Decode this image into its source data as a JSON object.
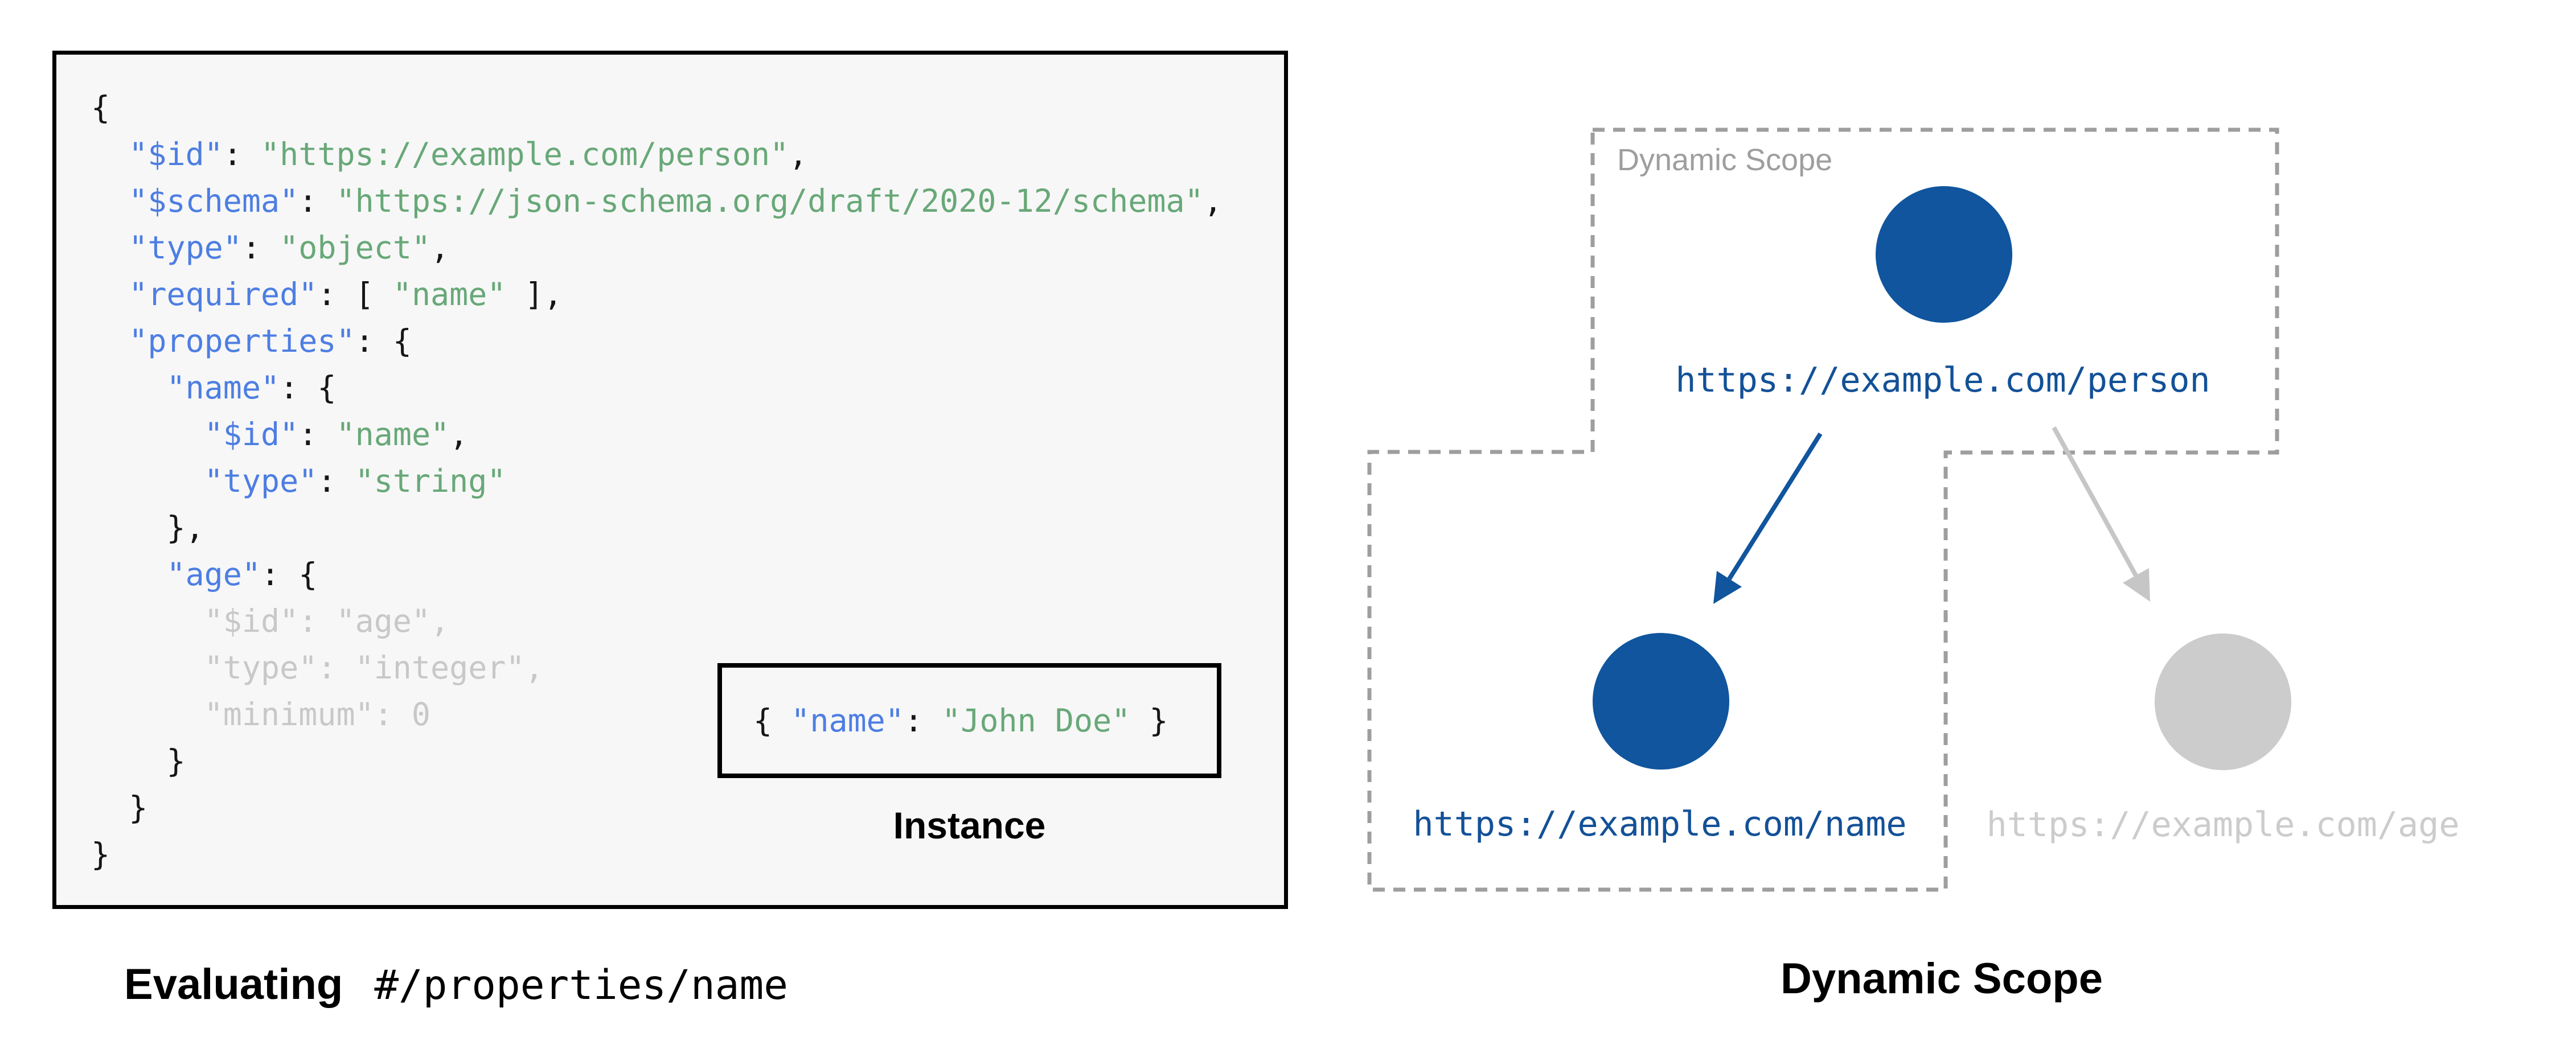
{
  "left": {
    "caption_bold": "Evaluating",
    "caption_mono": "#/properties/name",
    "instance_label": "Instance",
    "instance_code": [
      {
        "t": "{ ",
        "c": "plain"
      },
      {
        "t": "\"name\"",
        "c": "key"
      },
      {
        "t": ": ",
        "c": "plain"
      },
      {
        "t": "\"John Doe\"",
        "c": "str"
      },
      {
        "t": " }",
        "c": "plain"
      }
    ],
    "code_lines": [
      [
        {
          "t": "{",
          "c": "plain"
        }
      ],
      [
        {
          "t": "  ",
          "c": "plain"
        },
        {
          "t": "\"$id\"",
          "c": "key"
        },
        {
          "t": ": ",
          "c": "plain"
        },
        {
          "t": "\"https://example.com/person\"",
          "c": "str"
        },
        {
          "t": ",",
          "c": "plain"
        }
      ],
      [
        {
          "t": "  ",
          "c": "plain"
        },
        {
          "t": "\"$schema\"",
          "c": "key"
        },
        {
          "t": ": ",
          "c": "plain"
        },
        {
          "t": "\"https://json-schema.org/draft/2020-12/schema\"",
          "c": "str"
        },
        {
          "t": ",",
          "c": "plain"
        }
      ],
      [
        {
          "t": "  ",
          "c": "plain"
        },
        {
          "t": "\"type\"",
          "c": "key"
        },
        {
          "t": ": ",
          "c": "plain"
        },
        {
          "t": "\"object\"",
          "c": "str"
        },
        {
          "t": ",",
          "c": "plain"
        }
      ],
      [
        {
          "t": "  ",
          "c": "plain"
        },
        {
          "t": "\"required\"",
          "c": "key"
        },
        {
          "t": ": [ ",
          "c": "plain"
        },
        {
          "t": "\"name\"",
          "c": "str"
        },
        {
          "t": " ],",
          "c": "plain"
        }
      ],
      [
        {
          "t": "  ",
          "c": "plain"
        },
        {
          "t": "\"properties\"",
          "c": "key"
        },
        {
          "t": ": {",
          "c": "plain"
        }
      ],
      [
        {
          "t": "    ",
          "c": "plain"
        },
        {
          "t": "\"name\"",
          "c": "key"
        },
        {
          "t": ": {",
          "c": "plain"
        }
      ],
      [
        {
          "t": "      ",
          "c": "plain"
        },
        {
          "t": "\"$id\"",
          "c": "key"
        },
        {
          "t": ": ",
          "c": "plain"
        },
        {
          "t": "\"name\"",
          "c": "str"
        },
        {
          "t": ",",
          "c": "plain"
        }
      ],
      [
        {
          "t": "      ",
          "c": "plain"
        },
        {
          "t": "\"type\"",
          "c": "key"
        },
        {
          "t": ": ",
          "c": "plain"
        },
        {
          "t": "\"string\"",
          "c": "str"
        }
      ],
      [
        {
          "t": "    },",
          "c": "plain"
        }
      ],
      [
        {
          "t": "    ",
          "c": "plain"
        },
        {
          "t": "\"age\"",
          "c": "key"
        },
        {
          "t": ": {",
          "c": "plain"
        }
      ],
      [
        {
          "t": "      \"$id\": \"age\",",
          "c": "muted"
        }
      ],
      [
        {
          "t": "      \"type\": \"integer\",",
          "c": "muted"
        }
      ],
      [
        {
          "t": "      \"minimum\": 0",
          "c": "muted"
        }
      ],
      [
        {
          "t": "    }",
          "c": "plain"
        }
      ],
      [
        {
          "t": "  }",
          "c": "plain"
        }
      ],
      [
        {
          "t": "}",
          "c": "plain"
        }
      ]
    ]
  },
  "right": {
    "scope_label": "Dynamic Scope",
    "caption": "Dynamic Scope",
    "nodes": [
      {
        "id": "person",
        "label": "https://example.com/person",
        "state": "active"
      },
      {
        "id": "name",
        "label": "https://example.com/name",
        "state": "active"
      },
      {
        "id": "age",
        "label": "https://example.com/age",
        "state": "inactive"
      }
    ]
  },
  "colors": {
    "panel_bg": "#f7f7f7",
    "code_plain": "#161616",
    "key_blue": "#4d7ee2",
    "string_green": "#68a878",
    "muted_gray": "#c8c8c8",
    "accent_blue": "#10559d",
    "label_blue": "#135197",
    "inactive_gray": "#cccccc",
    "dash_gray": "#9e9e9e",
    "arrow_gray": "#c6c6c6",
    "scope_label_gray": "#9e9e9e",
    "caption_black": "#000000"
  }
}
